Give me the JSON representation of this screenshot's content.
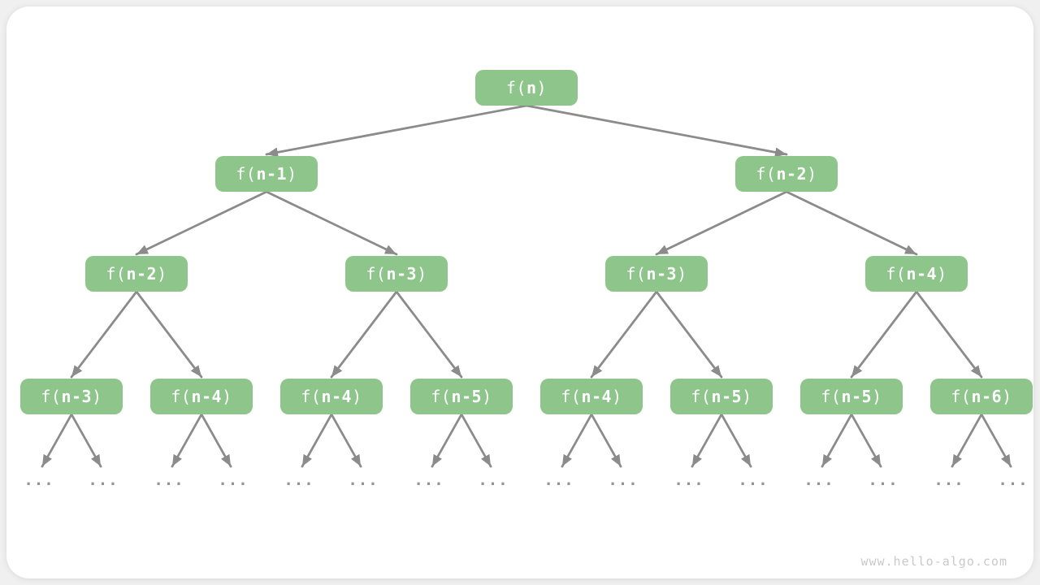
{
  "page": {
    "background_color": "#f0f0f0",
    "card_color": "#ffffff"
  },
  "diagram": {
    "type": "recursion-tree",
    "node_fill": "#8dc58b",
    "node_text_color": "#ffffff",
    "edge_color": "#8b8b8b",
    "ellipsis_color": "#939393",
    "watermark": "www.hello-algo.com",
    "watermark_color": "#c9c9c9",
    "ellipsis": "...",
    "levels": [
      [
        "f(n)"
      ],
      [
        "f(n-1)",
        "f(n-2)"
      ],
      [
        "f(n-2)",
        "f(n-3)",
        "f(n-3)",
        "f(n-4)"
      ],
      [
        "f(n-3)",
        "f(n-4)",
        "f(n-4)",
        "f(n-5)",
        "f(n-4)",
        "f(n-5)",
        "f(n-5)",
        "f(n-6)"
      ]
    ]
  }
}
